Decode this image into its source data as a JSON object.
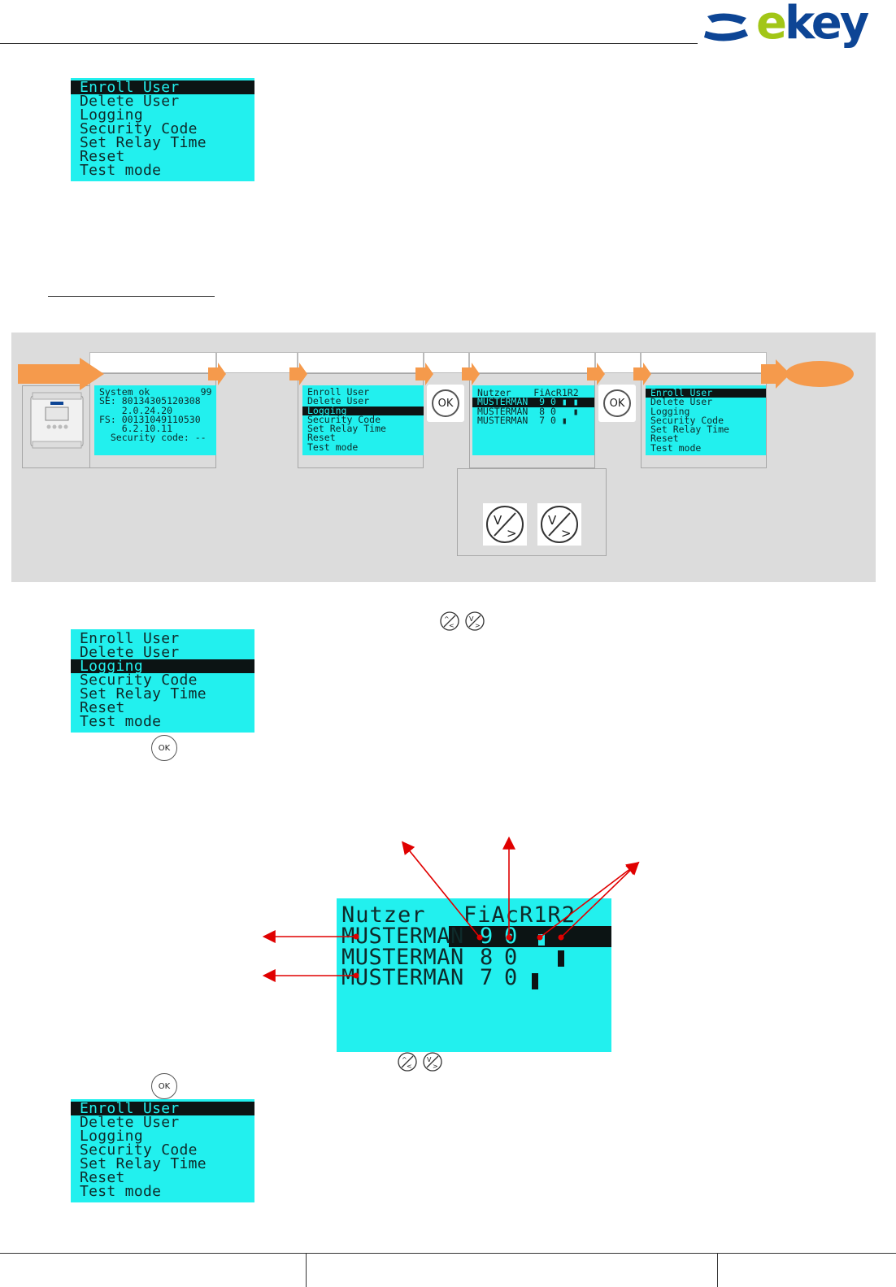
{
  "logo": {
    "text_e": "e",
    "text_rest": "key"
  },
  "menu_top": {
    "items": [
      "Enroll User",
      "Delete User",
      "Logging",
      "Security Code",
      "Set Relay Time",
      "Reset",
      "Test mode"
    ],
    "selected": 0
  },
  "flow": {
    "status_screen": {
      "lines": [
        "System ok         99",
        "SE: 80134305120308",
        "    2.0.24.20",
        "FS: 00131049110530",
        "    6.2.10.11",
        "",
        "  Security code: --"
      ]
    },
    "menu_screen": {
      "items": [
        "Enroll User",
        "Delete User",
        "Logging",
        "Security Code",
        "Set Relay Time",
        "Reset",
        "Test mode"
      ],
      "selected": 2
    },
    "ok_label": "OK",
    "log_screen": {
      "lines": [
        "Nutzer    FiAcR1R2",
        "MUSTERMAN  9 0 ▮ ▮",
        "MUSTERMAN  8 0   ▮",
        "MUSTERMAN  7 0 ▮"
      ],
      "selected": 1
    },
    "menu_final": {
      "items": [
        "Enroll User",
        "Delete User",
        "Logging",
        "Security Code",
        "Set Relay Time",
        "Reset",
        "Test mode"
      ],
      "selected": 0
    },
    "nav_label": "V/>"
  },
  "menu_logging": {
    "items": [
      "Enroll User",
      "Delete User",
      "Logging",
      "Security Code",
      "Set Relay Time",
      "Reset",
      "Test mode"
    ],
    "selected": 2
  },
  "ok_label": "OK",
  "log_big": {
    "header_left": "Nutzer",
    "header_right": "FiAcR1R2",
    "rows": [
      {
        "name": "MUSTERMAN",
        "fi": "9",
        "ac": "0"
      },
      {
        "name": "MUSTERMAN",
        "fi": "8",
        "ac": "0"
      },
      {
        "name": "MUSTERMAN",
        "fi": "7",
        "ac": "0"
      }
    ]
  },
  "menu_bottom": {
    "items": [
      "Enroll User",
      "Delete User",
      "Logging",
      "Security Code",
      "Set Relay Time",
      "Reset",
      "Test mode"
    ],
    "selected": 0
  },
  "colors": {
    "lcd": "#22f0ee",
    "arrow_orange": "#f59a4c",
    "annotation_red": "#e00000",
    "flow_bg": "#dcdcdc"
  }
}
